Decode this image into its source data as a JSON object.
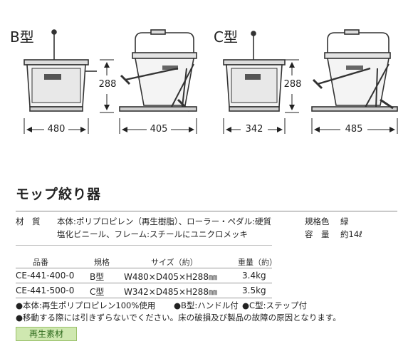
{
  "figures": {
    "b": {
      "type_label": "B型",
      "height_label": "288",
      "width_label": "480",
      "depth_label": "405"
    },
    "c": {
      "type_label": "C型",
      "height_label": "288",
      "width_label": "342",
      "depth_label": "485"
    }
  },
  "product": {
    "title": "モップ絞り器"
  },
  "specs": {
    "material_label": "材　質",
    "material_line1": "本体:ポリプロピレン（再生樹脂）、ローラー・ペダル:硬質",
    "material_line2": "塩化ビニール、フレーム:スチールにユニクロメッキ",
    "color_label": "規格色",
    "color_value": "緑",
    "capacity_label": "容　量",
    "capacity_value": "約14ℓ"
  },
  "table": {
    "headers": [
      "品番",
      "規格",
      "サイズ（約）",
      "重量（約）"
    ],
    "rows": [
      [
        "CE-441-400-0",
        "B型",
        "W480×D405×H288㎜",
        "3.4kg"
      ],
      [
        "CE-441-500-0",
        "C型",
        "W342×D485×H288㎜",
        "3.5kg"
      ]
    ]
  },
  "notes": {
    "line1_a": "●本体:再生ポリプロピレン100%使用",
    "line1_b": "●B型:ハンドル付",
    "line1_c": "●C型:ステップ付",
    "line2": "●移動する際には引きずらないでください。床の破損及び製品の故障の原因となります。"
  },
  "badge": "再生素材"
}
